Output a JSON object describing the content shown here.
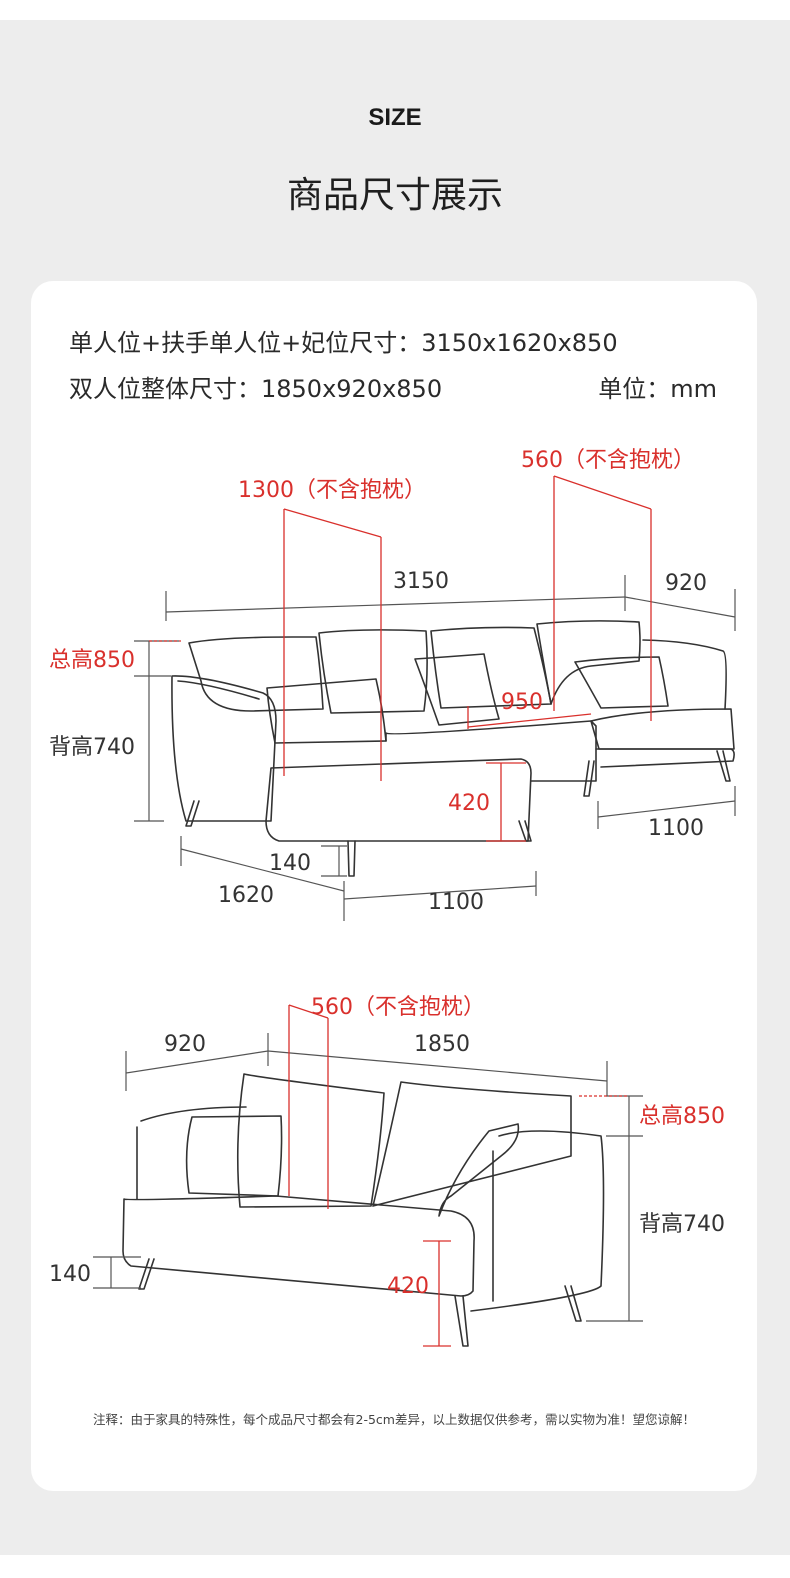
{
  "header": {
    "eyebrow": "SIZE",
    "title": "商品尺寸展示"
  },
  "specs": {
    "line1": "单人位+扶手单人位+妃位尺寸：3150x1620x850",
    "line2": "双人位整体尺寸：1850x920x850",
    "unit": "单位：mm"
  },
  "diagram_top": {
    "seat_depth": "1300（不含抱枕）",
    "seat_depth_right": "560（不含抱枕）",
    "total_length": "3150",
    "right_depth": "920",
    "total_height": "总高850",
    "back_height": "背高740",
    "inner_950": "950",
    "seat_height": "420",
    "leg_height": "140",
    "chaise_depth": "1620",
    "chaise_width": "1100",
    "right_width": "1100"
  },
  "diagram_bottom": {
    "seat_depth": "560（不含抱枕）",
    "depth": "920",
    "length": "1850",
    "total_height": "总高850",
    "back_height": "背高740",
    "leg_height": "140",
    "seat_height": "420"
  },
  "footer": {
    "note": "注释：由于家具的特殊性，每个成品尺寸都会有2-5cm差异，以上数据仅供参考，需以实物为准！望您谅解！"
  },
  "colors": {
    "accent_red": "#d9302c",
    "line_gray": "#444444",
    "background": "#ededed"
  }
}
